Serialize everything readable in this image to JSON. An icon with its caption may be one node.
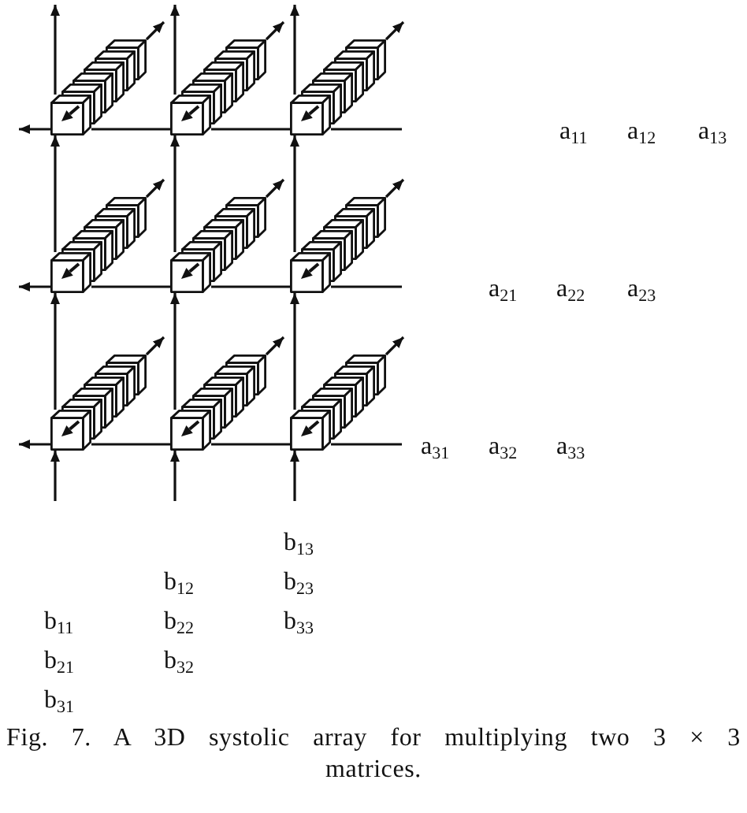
{
  "diagram": {
    "caption": "Fig. 7. A 3D systolic array for multiplying two 3 × 3 matrices.",
    "nodes": [
      {
        "text": [],
        "shape": "cube"
      },
      {
        "text": [],
        "shape": "cube"
      },
      {
        "text": [],
        "shape": "cube"
      },
      {
        "text": [],
        "shape": "cube"
      },
      {
        "text": [],
        "shape": "cube"
      },
      {
        "text": [],
        "shape": "cube"
      },
      {
        "text": [],
        "shape": "cube"
      },
      {
        "text": [],
        "shape": "cube"
      },
      {
        "text": [],
        "shape": "cube"
      },
      {
        "text": [],
        "shape": "cube"
      },
      {
        "text": [],
        "shape": "cube"
      },
      {
        "text": [],
        "shape": "cube"
      },
      {
        "text": [],
        "shape": "cube"
      },
      {
        "text": [],
        "shape": "cube"
      },
      {
        "text": [],
        "shape": "cube"
      },
      {
        "text": [],
        "shape": "cube"
      },
      {
        "text": [],
        "shape": "cube"
      },
      {
        "text": [],
        "shape": "cube"
      },
      {
        "text": [],
        "shape": "cube"
      },
      {
        "text": [],
        "shape": "cube"
      },
      {
        "text": [],
        "shape": "cube"
      },
      {
        "text": [],
        "shape": "cube"
      },
      {
        "text": [],
        "shape": "cube"
      },
      {
        "text": [],
        "shape": "cube"
      },
      {
        "text": [],
        "shape": "cube"
      },
      {
        "text": [],
        "shape": "cube"
      },
      {
        "text": [],
        "shape": "cube"
      },
      {
        "text": [],
        "shape": "cube"
      },
      {
        "text": [],
        "shape": "cube"
      },
      {
        "text": [],
        "shape": "cube"
      },
      {
        "text": [],
        "shape": "cube"
      },
      {
        "text": [],
        "shape": "cube"
      },
      {
        "text": [],
        "shape": "cube"
      },
      {
        "text": [],
        "shape": "cube"
      },
      {
        "text": [],
        "shape": "cube"
      },
      {
        "text": [],
        "shape": "cube"
      },
      {
        "text": [],
        "shape": "cube"
      },
      {
        "text": [],
        "shape": "cube"
      },
      {
        "text": [],
        "shape": "cube"
      },
      {
        "text": [],
        "shape": "cube"
      },
      {
        "text": [],
        "shape": "cube"
      },
      {
        "text": [],
        "shape": "cube"
      },
      {
        "text": [],
        "shape": "cube"
      },
      {
        "text": [],
        "shape": "cube"
      },
      {
        "text": [],
        "shape": "cube"
      },
      {
        "text": [],
        "shape": "cube"
      },
      {
        "text": [],
        "shape": "cube"
      },
      {
        "text": [],
        "shape": "cube"
      },
      {
        "text": [],
        "shape": "cube"
      },
      {
        "text": [],
        "shape": "cube"
      },
      {
        "text": [],
        "shape": "cube"
      },
      {
        "text": [],
        "shape": "cube"
      },
      {
        "text": [],
        "shape": "cube"
      },
      {
        "text": [],
        "shape": "cube"
      }
    ],
    "edges": [
      {
        "from": null,
        "to": 12,
        "arrow": "none"
      },
      {
        "from": 12,
        "to": 6,
        "arrow": "none"
      },
      {
        "from": 6,
        "to": 0,
        "arrow": "none"
      },
      {
        "from": 0,
        "to": null,
        "arrow": "to"
      },
      {
        "from": null,
        "to": 30,
        "arrow": "none"
      },
      {
        "from": 30,
        "to": 24,
        "arrow": "none"
      },
      {
        "from": 24,
        "to": 18,
        "arrow": "none"
      },
      {
        "from": 18,
        "to": null,
        "arrow": "to"
      },
      {
        "from": null,
        "to": 48,
        "arrow": "none"
      },
      {
        "from": 48,
        "to": 42,
        "arrow": "none"
      },
      {
        "from": 42,
        "to": 36,
        "arrow": "none"
      },
      {
        "from": 36,
        "to": null,
        "arrow": "to"
      },
      {
        "from": null,
        "to": 36,
        "arrow": "to"
      },
      {
        "from": 36,
        "to": 18,
        "arrow": "to"
      },
      {
        "from": 18,
        "to": 0,
        "arrow": "to"
      },
      {
        "from": 0,
        "to": null,
        "arrow": "to"
      },
      {
        "from": null,
        "to": 42,
        "arrow": "to"
      },
      {
        "from": 42,
        "to": 24,
        "arrow": "to"
      },
      {
        "from": 24,
        "to": 6,
        "arrow": "to"
      },
      {
        "from": 6,
        "to": null,
        "arrow": "to"
      },
      {
        "from": null,
        "to": 48,
        "arrow": "to"
      },
      {
        "from": 48,
        "to": 30,
        "arrow": "to"
      },
      {
        "from": 30,
        "to": 12,
        "arrow": "to"
      },
      {
        "from": 12,
        "to": null,
        "arrow": "to"
      },
      {
        "from": 5,
        "to": null,
        "arrow": "to"
      },
      {
        "from": 11,
        "to": null,
        "arrow": "to"
      },
      {
        "from": 17,
        "to": null,
        "arrow": "to"
      },
      {
        "from": 23,
        "to": null,
        "arrow": "to"
      },
      {
        "from": 29,
        "to": null,
        "arrow": "to"
      },
      {
        "from": 35,
        "to": null,
        "arrow": "to"
      },
      {
        "from": 41,
        "to": null,
        "arrow": "to"
      },
      {
        "from": 47,
        "to": null,
        "arrow": "to"
      },
      {
        "from": 53,
        "to": null,
        "arrow": "to"
      }
    ],
    "labels": [
      "a$_{11}$",
      "a$_{12}$",
      "a$_{13}$",
      "a$_{21}$",
      "a$_{22}$",
      "a$_{23}$",
      "a$_{31}$",
      "a$_{32}$",
      "a$_{33}$",
      "b$_{13}$",
      "b$_{12}$",
      "b$_{23}$",
      "b$_{11}$",
      "b$_{22}$",
      "b$_{33}$",
      "b$_{21}$",
      "b$_{32}$",
      "b$_{31}$"
    ]
  }
}
